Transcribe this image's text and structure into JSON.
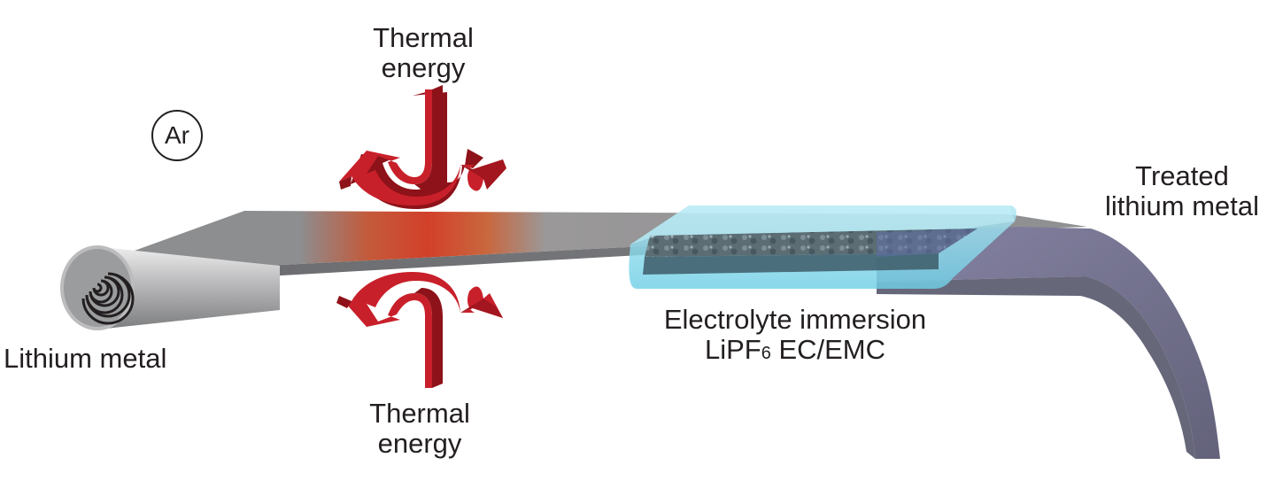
{
  "labels": {
    "thermal_top": [
      "Thermal",
      "energy"
    ],
    "thermal_bottom": [
      "Thermal",
      "energy"
    ],
    "argon": "Ar",
    "lithium_metal": "Lithium metal",
    "treated": [
      "Treated",
      "lithium metal"
    ],
    "electrolyte_title": "Electrolyte immersion",
    "electrolyte_formula": {
      "prefix": "LiPF",
      "subscript": "6",
      "suffix": " EC/EMC"
    }
  },
  "colors": {
    "arrow_red": "#c8202a",
    "arrow_dark": "#8e1219",
    "foil_gray": "#8a8b8d",
    "foil_dark": "#5b5c5f",
    "heat_orange": "#e0542a",
    "electrolyte_cyan": "#7fd6ea",
    "treated_purple": "#7d7b9a",
    "text": "#231f20"
  },
  "icons": {
    "arrow_top": "split-arrow-down-icon",
    "arrow_bottom": "split-arrow-up-icon",
    "roll": "foil-roll-icon"
  }
}
